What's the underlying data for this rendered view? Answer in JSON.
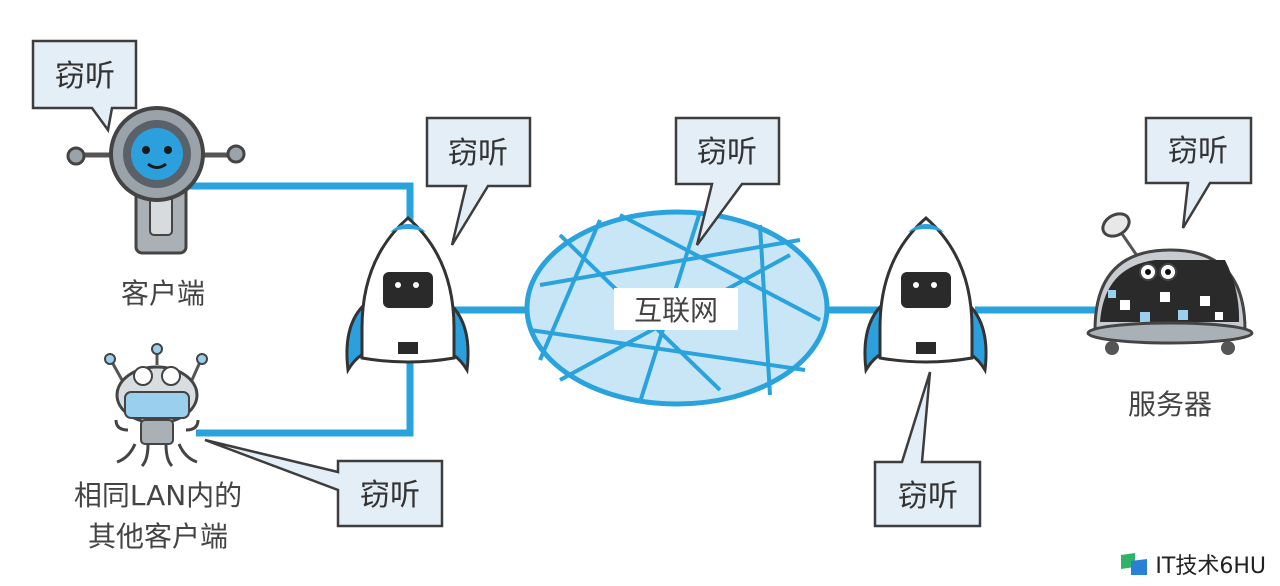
{
  "eavesdrop_label": "窃听",
  "nodes": {
    "client": "客户端",
    "lan_line1": "相同LAN内的",
    "lan_line2": "其他客户端",
    "internet": "互联网",
    "server": "服务器"
  },
  "watermark": "IT技术6HU",
  "colors": {
    "line": "#2aa3dd",
    "bubble_fill": "#e4eef6",
    "bubble_stroke": "#3d3d3d",
    "cloud_fill": "#c9e6f7"
  }
}
